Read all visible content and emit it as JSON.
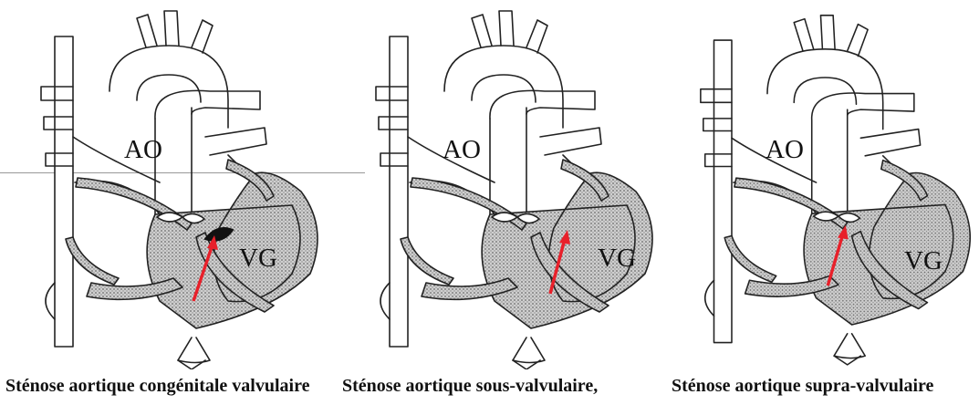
{
  "panels": [
    {
      "ao_label": "AO",
      "vg_label": "VG",
      "caption": "Sténose aortique congénitale valvulaire"
    },
    {
      "ao_label": "AO",
      "vg_label": "VG",
      "caption": "Sténose aortique sous-valvulaire,"
    },
    {
      "ao_label": "AO",
      "vg_label": "VG",
      "caption": "Sténose aortique supra-valvulaire"
    }
  ],
  "colors": {
    "arrow": "#e8202a",
    "outline": "#222222",
    "wall_shade": "#9a9a9a"
  },
  "icons": [
    "heart-diagram",
    "red-arrow-icon"
  ]
}
